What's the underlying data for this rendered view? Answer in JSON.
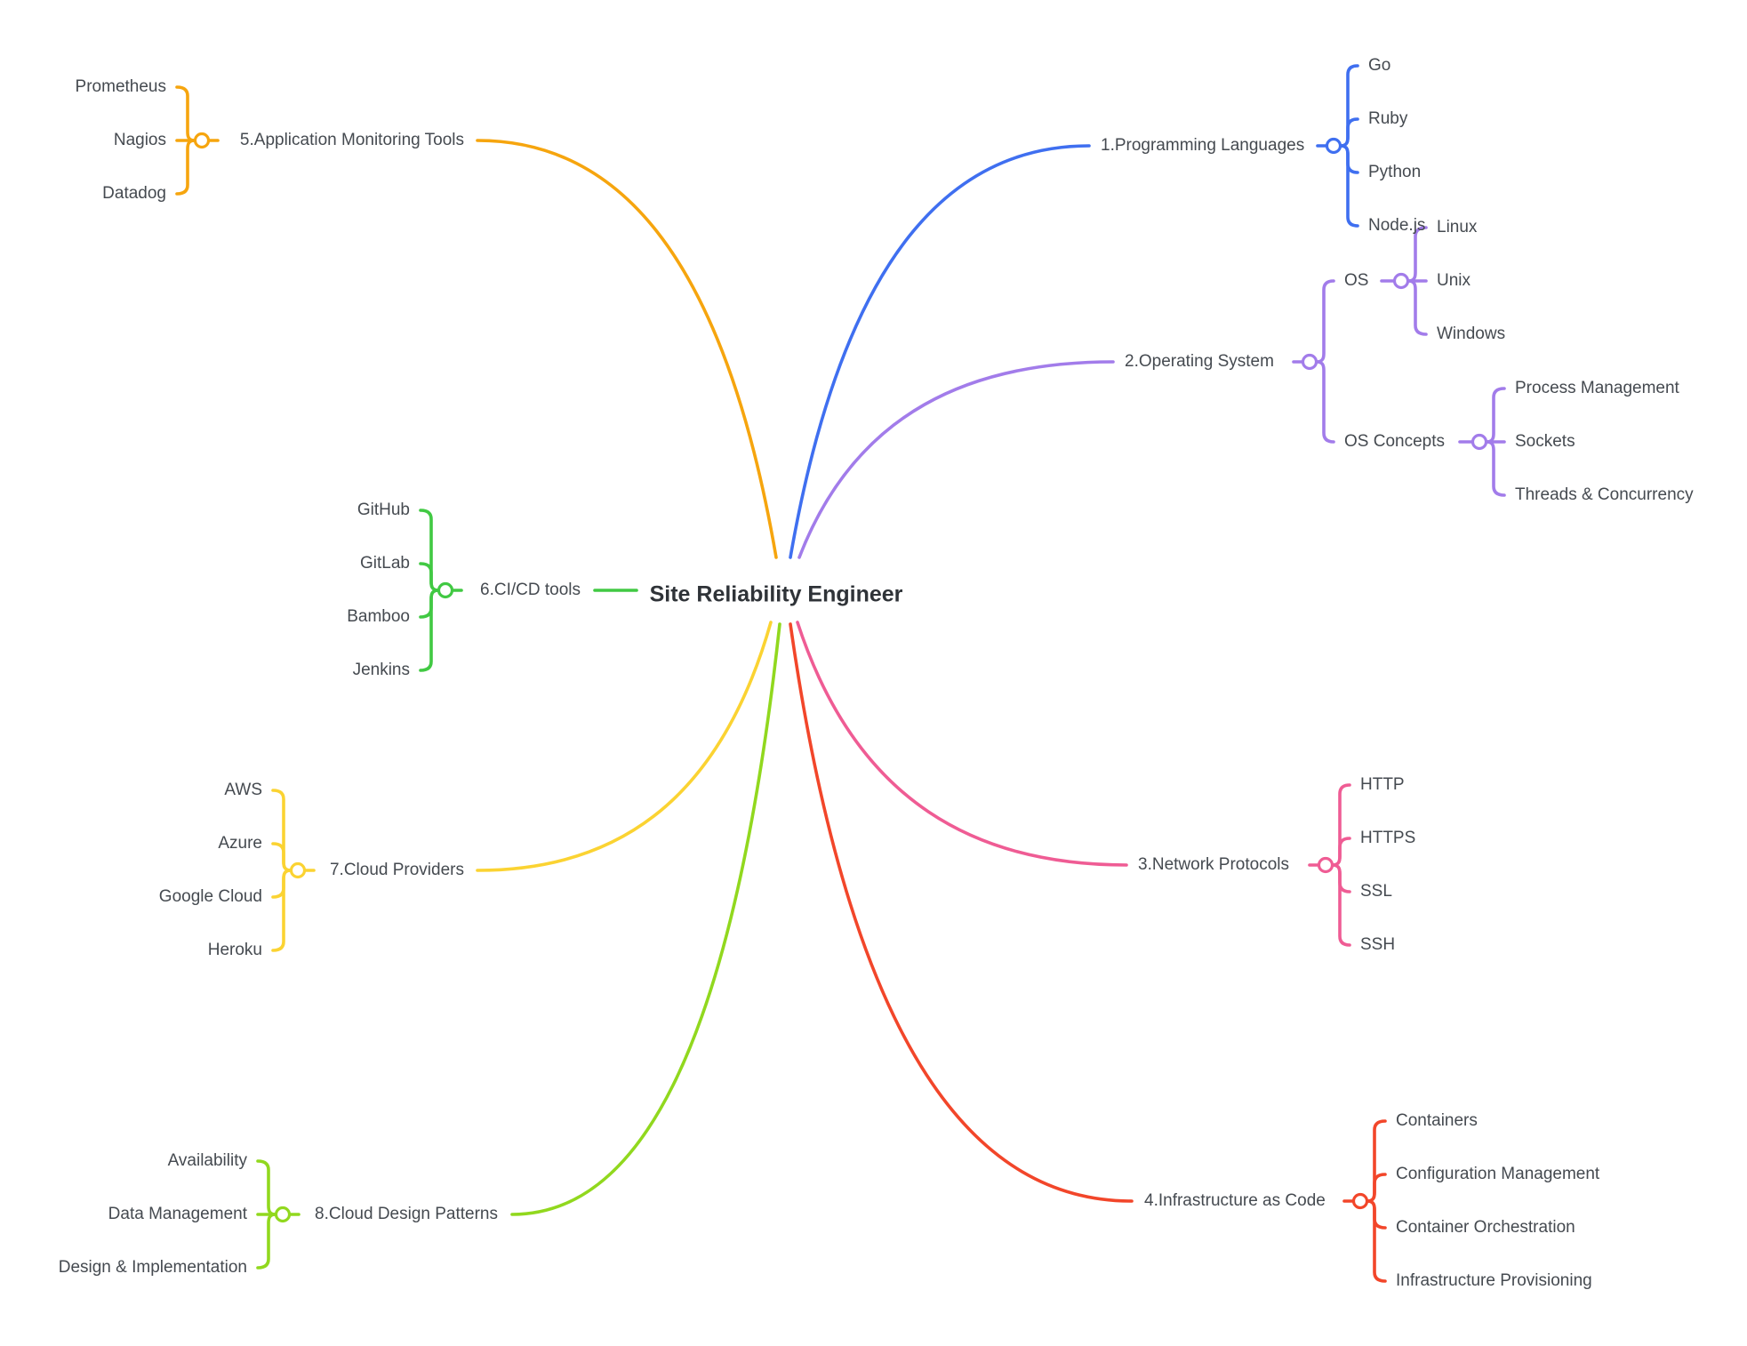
{
  "root": {
    "label": "Site Reliability Engineer"
  },
  "branches": [
    {
      "id": "b1",
      "label": "1.Programming Languages",
      "color": "#3f6ff0",
      "children": [
        {
          "label": "Go"
        },
        {
          "label": "Ruby"
        },
        {
          "label": "Python"
        },
        {
          "label": "Node.js"
        }
      ]
    },
    {
      "id": "b2",
      "label": "2.Operating System",
      "color": "#a27cea",
      "children": [
        {
          "label": "OS",
          "children": [
            {
              "label": "Linux"
            },
            {
              "label": "Unix"
            },
            {
              "label": "Windows"
            }
          ]
        },
        {
          "label": "OS Concepts",
          "children": [
            {
              "label": "Process Management"
            },
            {
              "label": "Sockets"
            },
            {
              "label": "Threads & Concurrency"
            }
          ]
        }
      ]
    },
    {
      "id": "b3",
      "label": "3.Network Protocols",
      "color": "#ef5c94",
      "children": [
        {
          "label": "HTTP"
        },
        {
          "label": "HTTPS"
        },
        {
          "label": "SSL"
        },
        {
          "label": "SSH"
        }
      ]
    },
    {
      "id": "b4",
      "label": "4.Infrastructure as Code",
      "color": "#f2462a",
      "children": [
        {
          "label": "Containers"
        },
        {
          "label": "Configuration Management"
        },
        {
          "label": "Container Orchestration"
        },
        {
          "label": "Infrastructure Provisioning"
        }
      ]
    },
    {
      "id": "b5",
      "label": "5.Application Monitoring Tools",
      "color": "#f6a50e",
      "children": [
        {
          "label": "Prometheus"
        },
        {
          "label": "Nagios"
        },
        {
          "label": "Datadog"
        }
      ]
    },
    {
      "id": "b6",
      "label": "6.CI/CD tools",
      "color": "#41c943",
      "children": [
        {
          "label": "GitHub"
        },
        {
          "label": "GitLab"
        },
        {
          "label": "Bamboo"
        },
        {
          "label": "Jenkins"
        }
      ]
    },
    {
      "id": "b7",
      "label": "7.Cloud Providers",
      "color": "#fbd332",
      "children": [
        {
          "label": "AWS"
        },
        {
          "label": "Azure"
        },
        {
          "label": "Google Cloud"
        },
        {
          "label": "Heroku"
        }
      ]
    },
    {
      "id": "b8",
      "label": "8.Cloud Design Patterns",
      "color": "#91d81e",
      "children": [
        {
          "label": "Availability"
        },
        {
          "label": "Data Management"
        },
        {
          "label": "Design & Implementation"
        }
      ]
    }
  ]
}
